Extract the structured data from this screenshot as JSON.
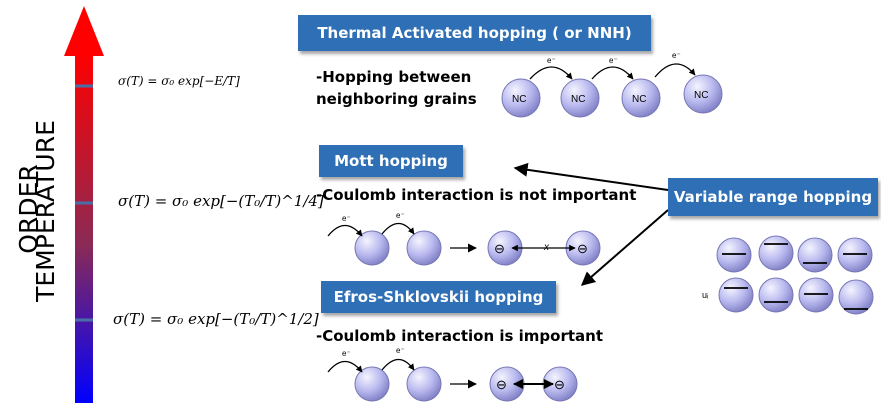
{
  "axis": {
    "order_label": "ORDER",
    "temperature_label": "TEMPERATURE"
  },
  "formulas": {
    "f1": "σ(T) = σ₀ exp[−E/T]",
    "f2": "σ(T) = σ₀ exp[−(T₀/T)^1/4]",
    "f3": "σ(T) = σ₀ exp[−(T₀/T)^1/2]"
  },
  "sections": {
    "nnh": {
      "title": "Thermal Activated hopping ( or NNH)",
      "desc_line1": "-Hopping between",
      "desc_line2": "neighboring grains"
    },
    "mott": {
      "title": "Mott hopping",
      "desc": "-Coulomb interaction is not important"
    },
    "es": {
      "title": "Efros-Shklovskii hopping",
      "desc": "-Coulomb interaction is important"
    },
    "vrh": {
      "title": "Variable range hopping"
    }
  },
  "nc_label": "NC",
  "electron_label": "e⁻",
  "ui_label": "uᵢ",
  "minus_sign": "⊖",
  "x_label": "x",
  "colors": {
    "box": "#2e6fb5",
    "arrow_top": "#ff0000",
    "arrow_bottom": "#0000ff",
    "sphere": "#b9b9ef"
  }
}
